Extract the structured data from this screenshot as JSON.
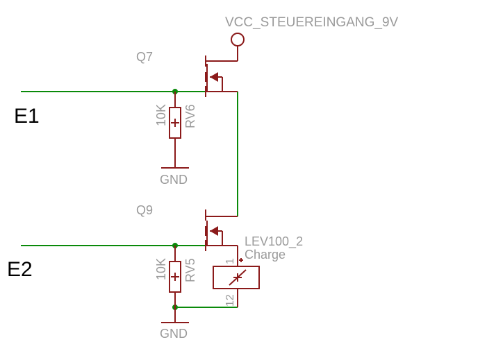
{
  "supply": {
    "label": "VCC_STEUEREINGANG_9V"
  },
  "inputs": {
    "e1": "E1",
    "e2": "E2"
  },
  "transistors": {
    "q7": "Q7",
    "q9": "Q9"
  },
  "resistors": {
    "rv6": {
      "name": "RV6",
      "value": "10K"
    },
    "rv5": {
      "name": "RV5",
      "value": "10K"
    }
  },
  "grounds": {
    "top": "GND",
    "bottom": "GND"
  },
  "relay": {
    "name": "LEV100_2",
    "value": "Charge",
    "pin1": "1",
    "pin2": "12"
  },
  "colors": {
    "wire": "#0a8a0a",
    "part": "#8b1a1a",
    "text": "#9a9a9a"
  }
}
